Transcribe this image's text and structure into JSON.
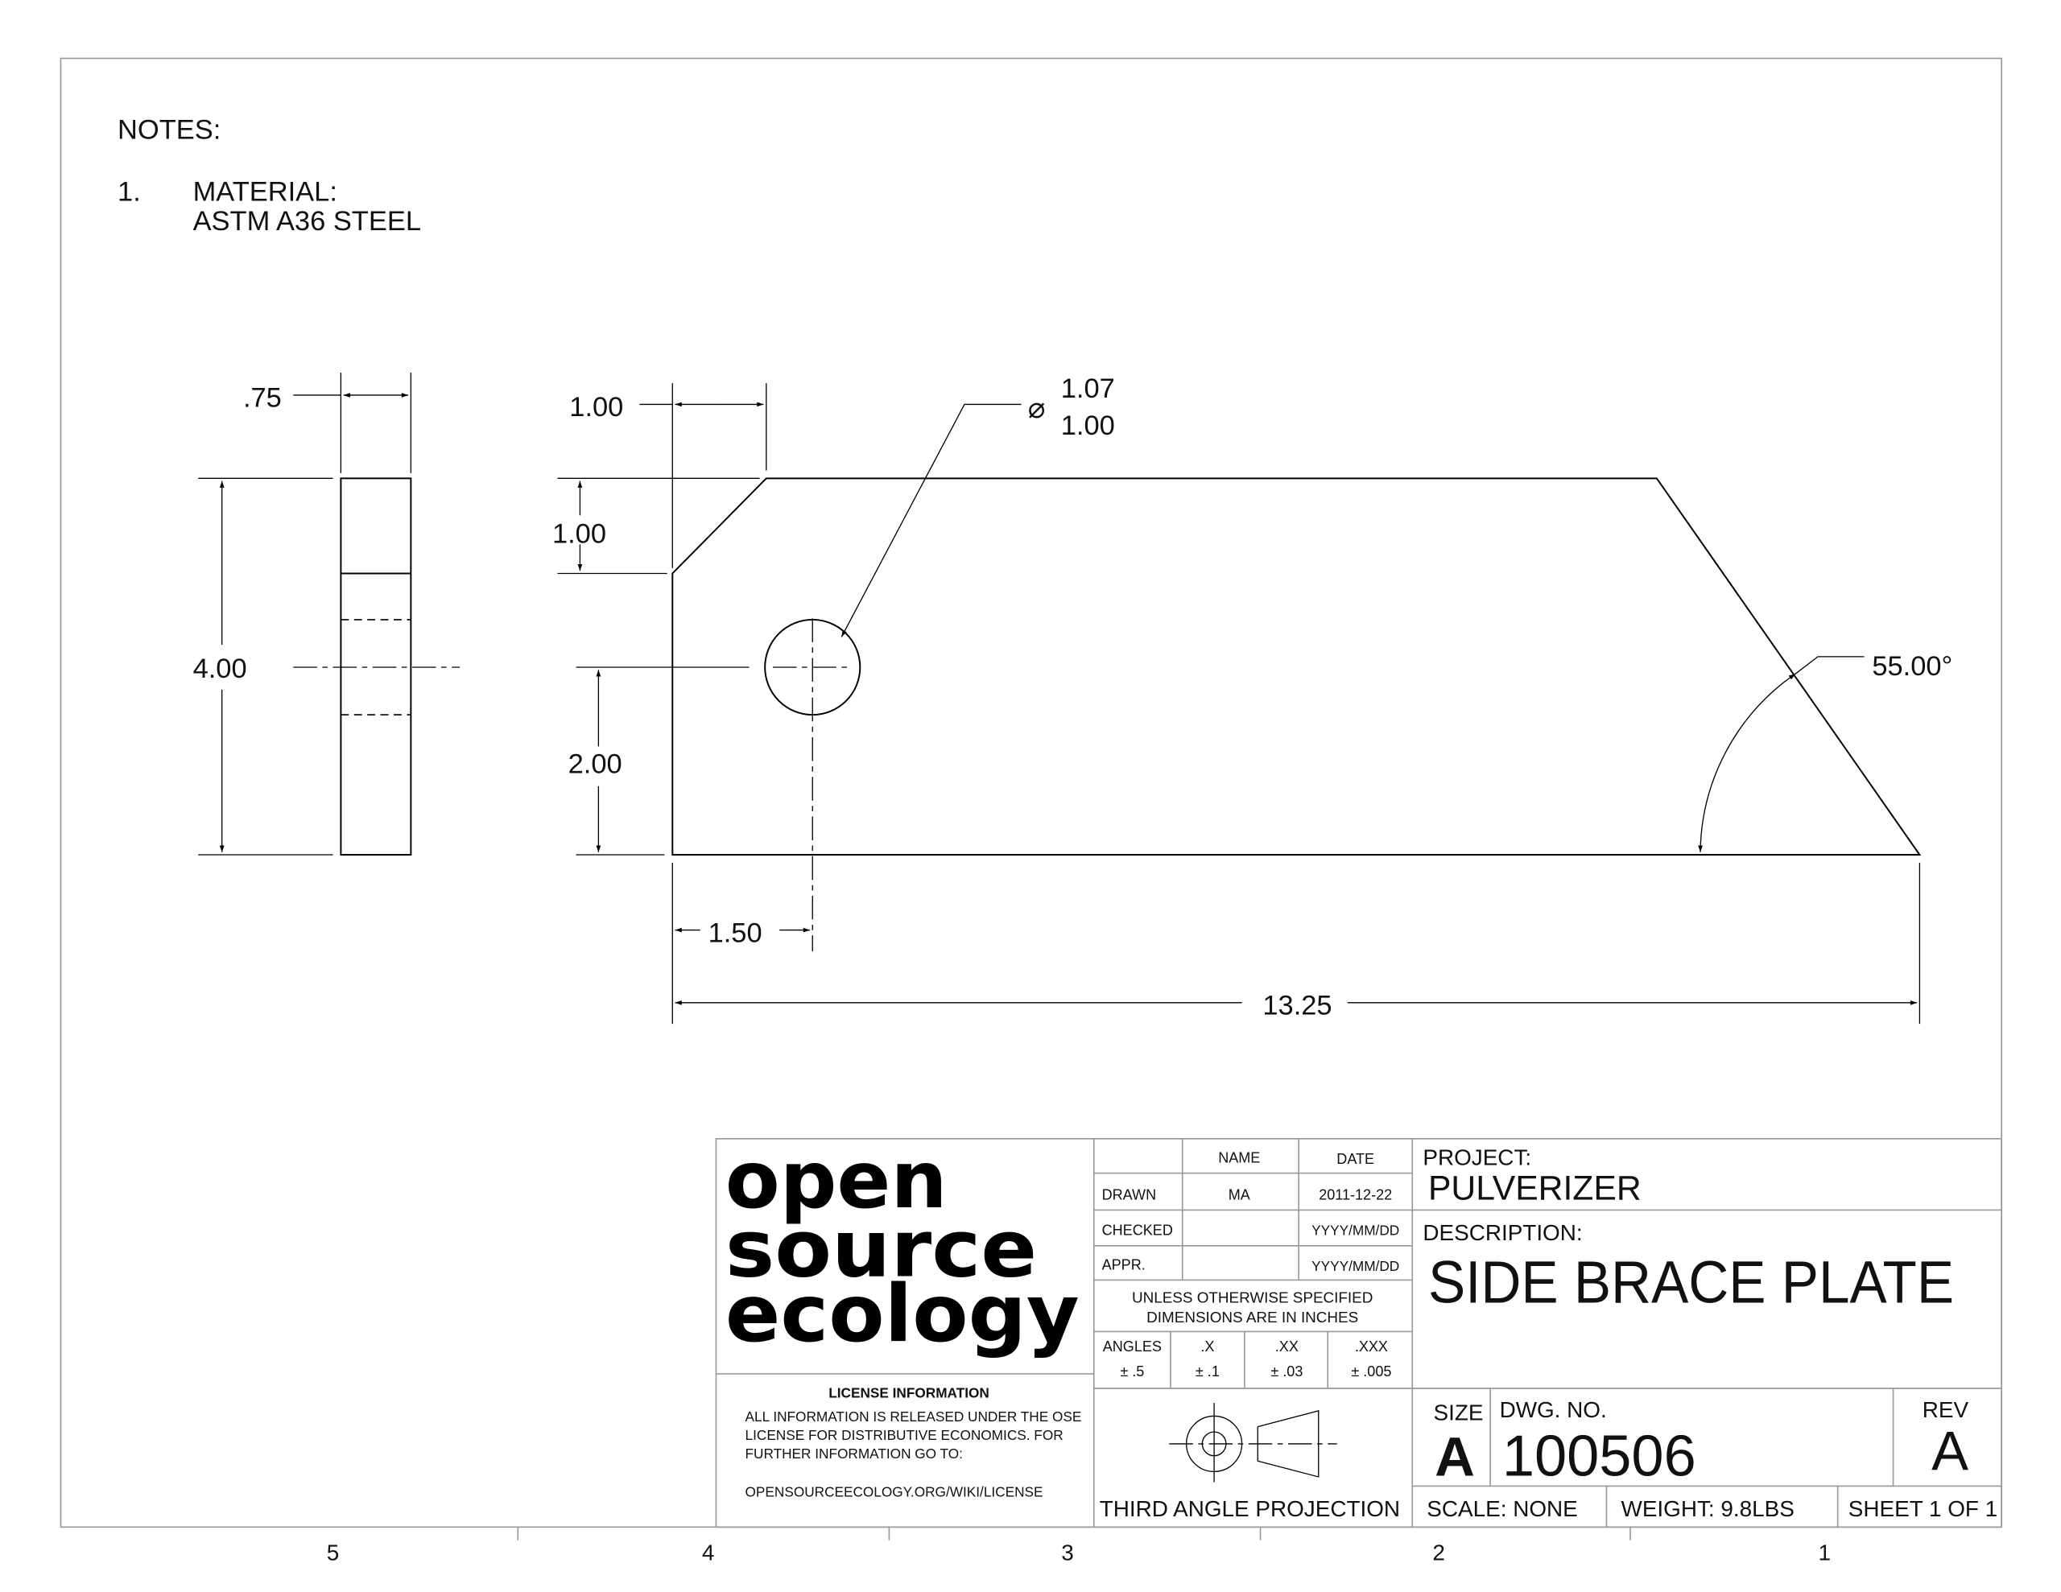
{
  "notes": {
    "heading": "NOTES:",
    "items": [
      {
        "number": "1.",
        "line1": "MATERIAL:",
        "line2": "ASTM A36 STEEL"
      }
    ]
  },
  "zones": [
    "5",
    "4",
    "3",
    "2",
    "1"
  ],
  "dimensions": {
    "side_thickness": ".75",
    "side_height": "4.00",
    "chamfer_width": "1.00",
    "chamfer_height": "1.00",
    "hole_height": "2.00",
    "hole_offset": "1.50",
    "overall_length": "13.25",
    "hole_symbol": "⌀",
    "hole_dia_max": "1.07",
    "hole_dia_min": "1.00",
    "angle": "55.00°"
  },
  "title_block": {
    "logo": [
      "open",
      "source",
      "ecology"
    ],
    "license": {
      "heading": "LICENSE INFORMATION",
      "line1": "ALL INFORMATION IS RELEASED UNDER THE OSE",
      "line2": "LICENSE FOR DISTRIBUTIVE ECONOMICS. FOR",
      "line3": "FURTHER INFORMATION GO TO:",
      "url": "OPENSOURCEECOLOGY.ORG/WIKI/LICENSE"
    },
    "header_name": "NAME",
    "header_date": "DATE",
    "rows": [
      {
        "label": "DRAWN",
        "name": "MA",
        "date": "2011-12-22"
      },
      {
        "label": "CHECKED",
        "name": "",
        "date": "YYYY/MM/DD"
      },
      {
        "label": "APPR.",
        "name": "",
        "date": "YYYY/MM/DD"
      }
    ],
    "unless1": "UNLESS OTHERWISE SPECIFIED",
    "unless2": "DIMENSIONS ARE IN INCHES",
    "tolerances": [
      {
        "label": "ANGLES",
        "value": "± .5"
      },
      {
        "label": ".X",
        "value": "± .1"
      },
      {
        "label": ".XX",
        "value": "± .03"
      },
      {
        "label": ".XXX",
        "value": "± .005"
      }
    ],
    "projection": "THIRD ANGLE PROJECTION",
    "project_label": "PROJECT:",
    "project": "PULVERIZER",
    "description_label": "DESCRIPTION:",
    "description": "SIDE BRACE PLATE",
    "size_label": "SIZE",
    "size": "A",
    "dwg_label": "DWG.  NO.",
    "dwg_no": "100506",
    "rev_label": "REV",
    "rev": "A",
    "scale": "SCALE: NONE",
    "weight": "WEIGHT: 9.8LBS",
    "sheet": "SHEET 1 OF 1"
  }
}
